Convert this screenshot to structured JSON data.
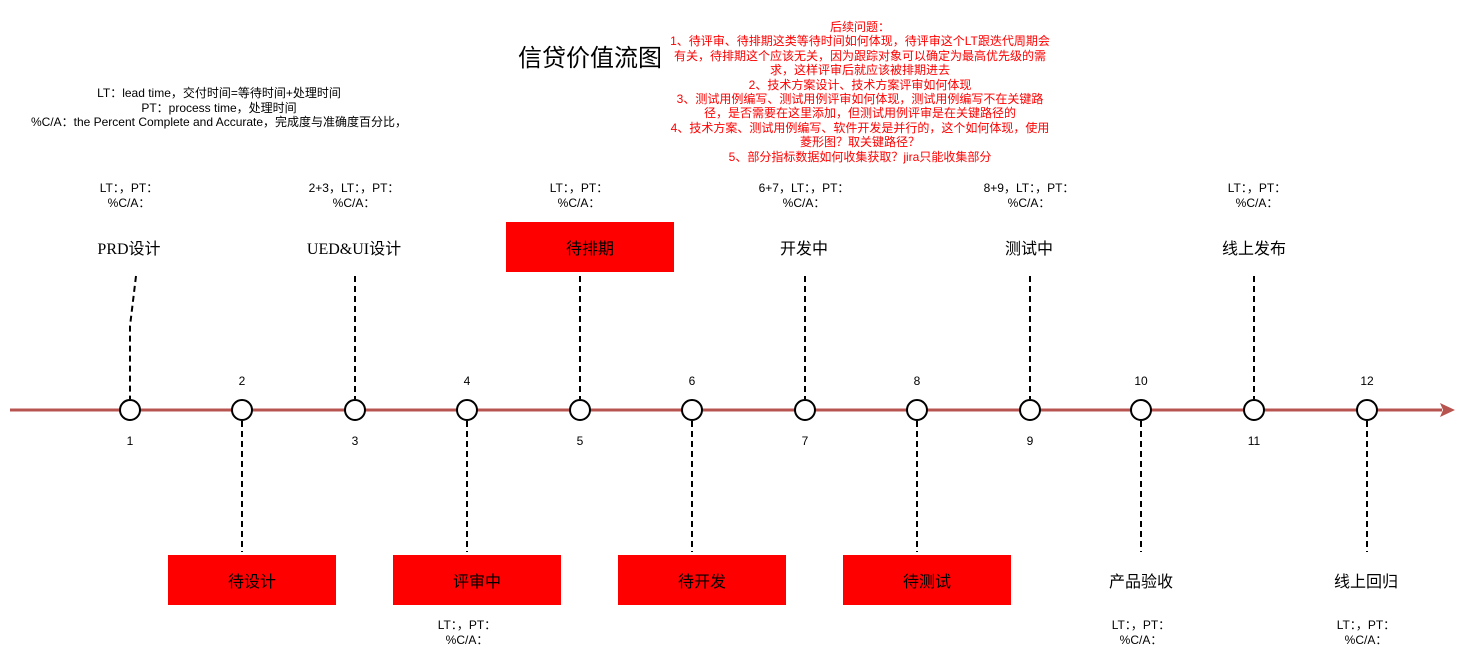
{
  "title": "信贷价值流图",
  "definitions": [
    "LT：lead time，交付时间=等待时间+处理时间",
    "PT：process time，处理时间",
    "%C/A：the Percent Complete and Accurate，完成度与准确度百分比，"
  ],
  "issues": [
    "后续问题：",
    "1、待评审、待排期这类等待时间如何体现，待评审这个LT跟迭代周期会",
    "有关，待排期这个应该无关，因为跟踪对象可以确定为最高优先级的需",
    "求，这样评审后就应该被排期进去",
    "2、技术方案设计、技术方案评审如何体现",
    "3、测试用例编写、测试用例评审如何体现，测试用例编写不在关键路",
    "径，是否需要在这里添加，但测试用例评审是在关键路径的",
    "4、技术方案、测试用例编写、软件开发是并行的，这个如何体现，使用",
    "菱形图？取关键路径？",
    "5、部分指标数据如何收集获取？jira只能收集部分"
  ],
  "colors": {
    "accent": "#ff0000",
    "timeline": "#b85450"
  },
  "top_stages": [
    {
      "label": "PRD设计",
      "metric1": "LT：，PT：",
      "metric2": "%C/A：",
      "wait": false
    },
    {
      "label": "UED&UI设计",
      "metric1": "2+3，LT：，PT：",
      "metric2": "%C/A：",
      "wait": false
    },
    {
      "label": "待排期",
      "metric1": "LT：，PT：",
      "metric2": "%C/A：",
      "wait": true
    },
    {
      "label": "开发中",
      "metric1": "6+7，LT：，PT：",
      "metric2": "%C/A：",
      "wait": false
    },
    {
      "label": "测试中",
      "metric1": "8+9，LT：，PT：",
      "metric2": "%C/A：",
      "wait": false
    },
    {
      "label": "线上发布",
      "metric1": "LT：，PT：",
      "metric2": "%C/A：",
      "wait": false
    }
  ],
  "bottom_stages": [
    {
      "label": "待设计",
      "wait": true
    },
    {
      "label": "评审中",
      "metric1": "LT：，PT：",
      "metric2": "%C/A：",
      "wait": true
    },
    {
      "label": "待开发",
      "wait": true
    },
    {
      "label": "待测试",
      "wait": true
    },
    {
      "label": "产品验收",
      "metric1": "LT：，PT：",
      "metric2": "%C/A：",
      "wait": false
    },
    {
      "label": "线上回归",
      "metric1": "LT：，PT：",
      "metric2": "%C/A：",
      "wait": false
    }
  ],
  "nodes": [
    "1",
    "2",
    "3",
    "4",
    "5",
    "6",
    "7",
    "8",
    "9",
    "10",
    "11",
    "12"
  ]
}
